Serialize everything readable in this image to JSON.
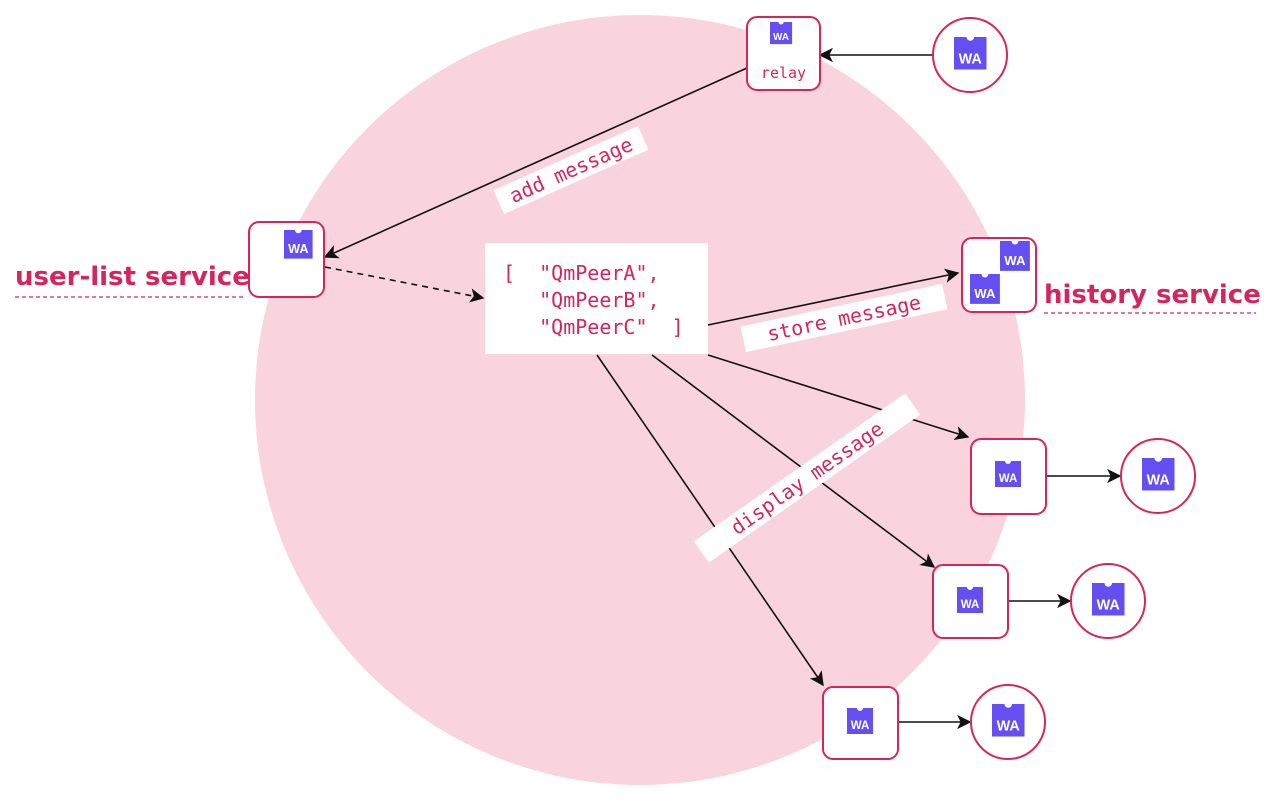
{
  "colors": {
    "network_fill": "#f9d3de",
    "accent": "#d6245f",
    "wa_purple": "#654ff0",
    "node_border": "#d6245f",
    "arrow": "#111111",
    "label_bg": "#ffffff"
  },
  "nodes": {
    "relay": {
      "icon": "wa-icon",
      "icon_text": "WA",
      "label": "relay"
    },
    "user_list": {
      "icon": "wa-icon",
      "icon_text": "WA",
      "label": "user-list service"
    },
    "history": {
      "icon": "wa-icon",
      "icon_text": "WA",
      "label": "history service"
    },
    "generic": {
      "icon": "wa-icon",
      "icon_text": "WA"
    }
  },
  "peer_list": {
    "lines": [
      "[  \"QmPeerA\",",
      "   \"QmPeerB\",",
      "   \"QmPeerC\"  ]"
    ]
  },
  "edges": {
    "add_message": "add message",
    "store_message": "store message",
    "display_message": "display message"
  }
}
